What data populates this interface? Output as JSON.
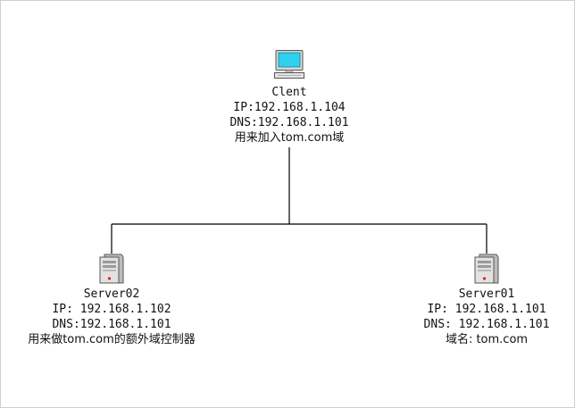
{
  "nodes": {
    "client": {
      "name": "Clent",
      "ip": "IP:192.168.1.104",
      "dns": "DNS:192.168.1.101",
      "note": "用来加入tom.com域"
    },
    "server02": {
      "name": "Server02",
      "ip": "IP: 192.168.1.102",
      "dns": "DNS:192.168.1.101",
      "note": "用来做tom.com的额外域控制器"
    },
    "server01": {
      "name": "Server01",
      "ip": "IP: 192.168.1.101",
      "dns": "DNS: 192.168.1.101",
      "note": "域名: tom.com"
    }
  },
  "icons": {
    "client": "desktop-computer-icon",
    "server02": "server-tower-icon",
    "server01": "server-tower-icon"
  },
  "colors": {
    "line": "#000000",
    "screen": "#2fd0f0",
    "server_led": "#e02020"
  }
}
